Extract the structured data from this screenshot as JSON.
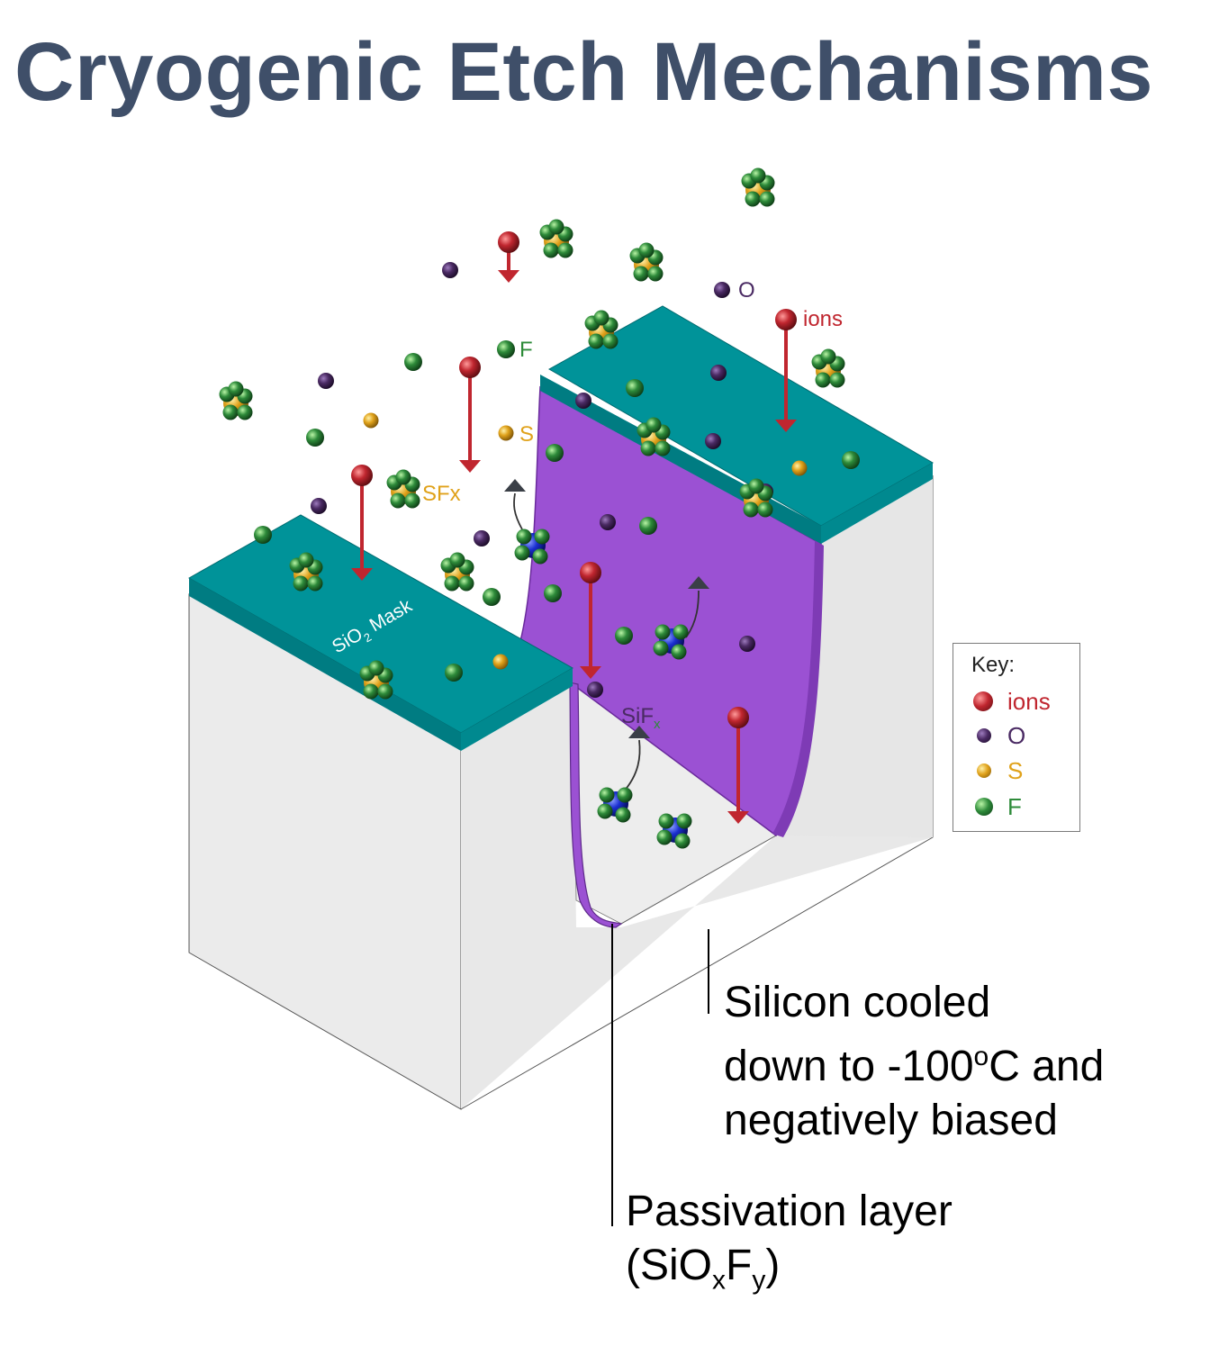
{
  "title": "Cryogenic Etch Mechanisms",
  "labels": {
    "mask": "SiO2 Mask",
    "mask_main": "SiO",
    "mask_sub": "2",
    "mask_tail": " Mask",
    "sifx_main": "SiF",
    "sifx_sub": "x",
    "sfx": "SFx",
    "f": "F",
    "s": "S",
    "o": "O",
    "ions": "ions"
  },
  "callouts": {
    "silicon_line1": "Silicon cooled",
    "silicon_line2a": "down to -100",
    "silicon_sup": "o",
    "silicon_line2b": "C and",
    "silicon_line3": "negatively biased",
    "passivation_line1": "Passivation layer",
    "passivation_open": "(SiO",
    "passivation_sub_x": "x",
    "passivation_f": "F",
    "passivation_sub_y": "y",
    "passivation_close": ")"
  },
  "legend": {
    "title": "Key:",
    "items": [
      {
        "label": "ions",
        "color": "#c0262f",
        "icon": "ion-sphere"
      },
      {
        "label": "O",
        "color": "#4a2a63",
        "icon": "oxygen-sphere"
      },
      {
        "label": "S",
        "color": "#e0a21b",
        "icon": "sulfur-sphere"
      },
      {
        "label": "F",
        "color": "#2e8b3a",
        "icon": "fluorine-sphere"
      }
    ]
  },
  "colors": {
    "title": "#3f4f69",
    "mask": "#009399",
    "passivation": "#9b51d3",
    "silicon": "#ebebeb",
    "ion": "#c0262f",
    "oxygen": "#4a2a63",
    "sulfur": "#e0a21b",
    "fluorine": "#2e8b3a",
    "silicon_atom": "#1a2fd0"
  }
}
